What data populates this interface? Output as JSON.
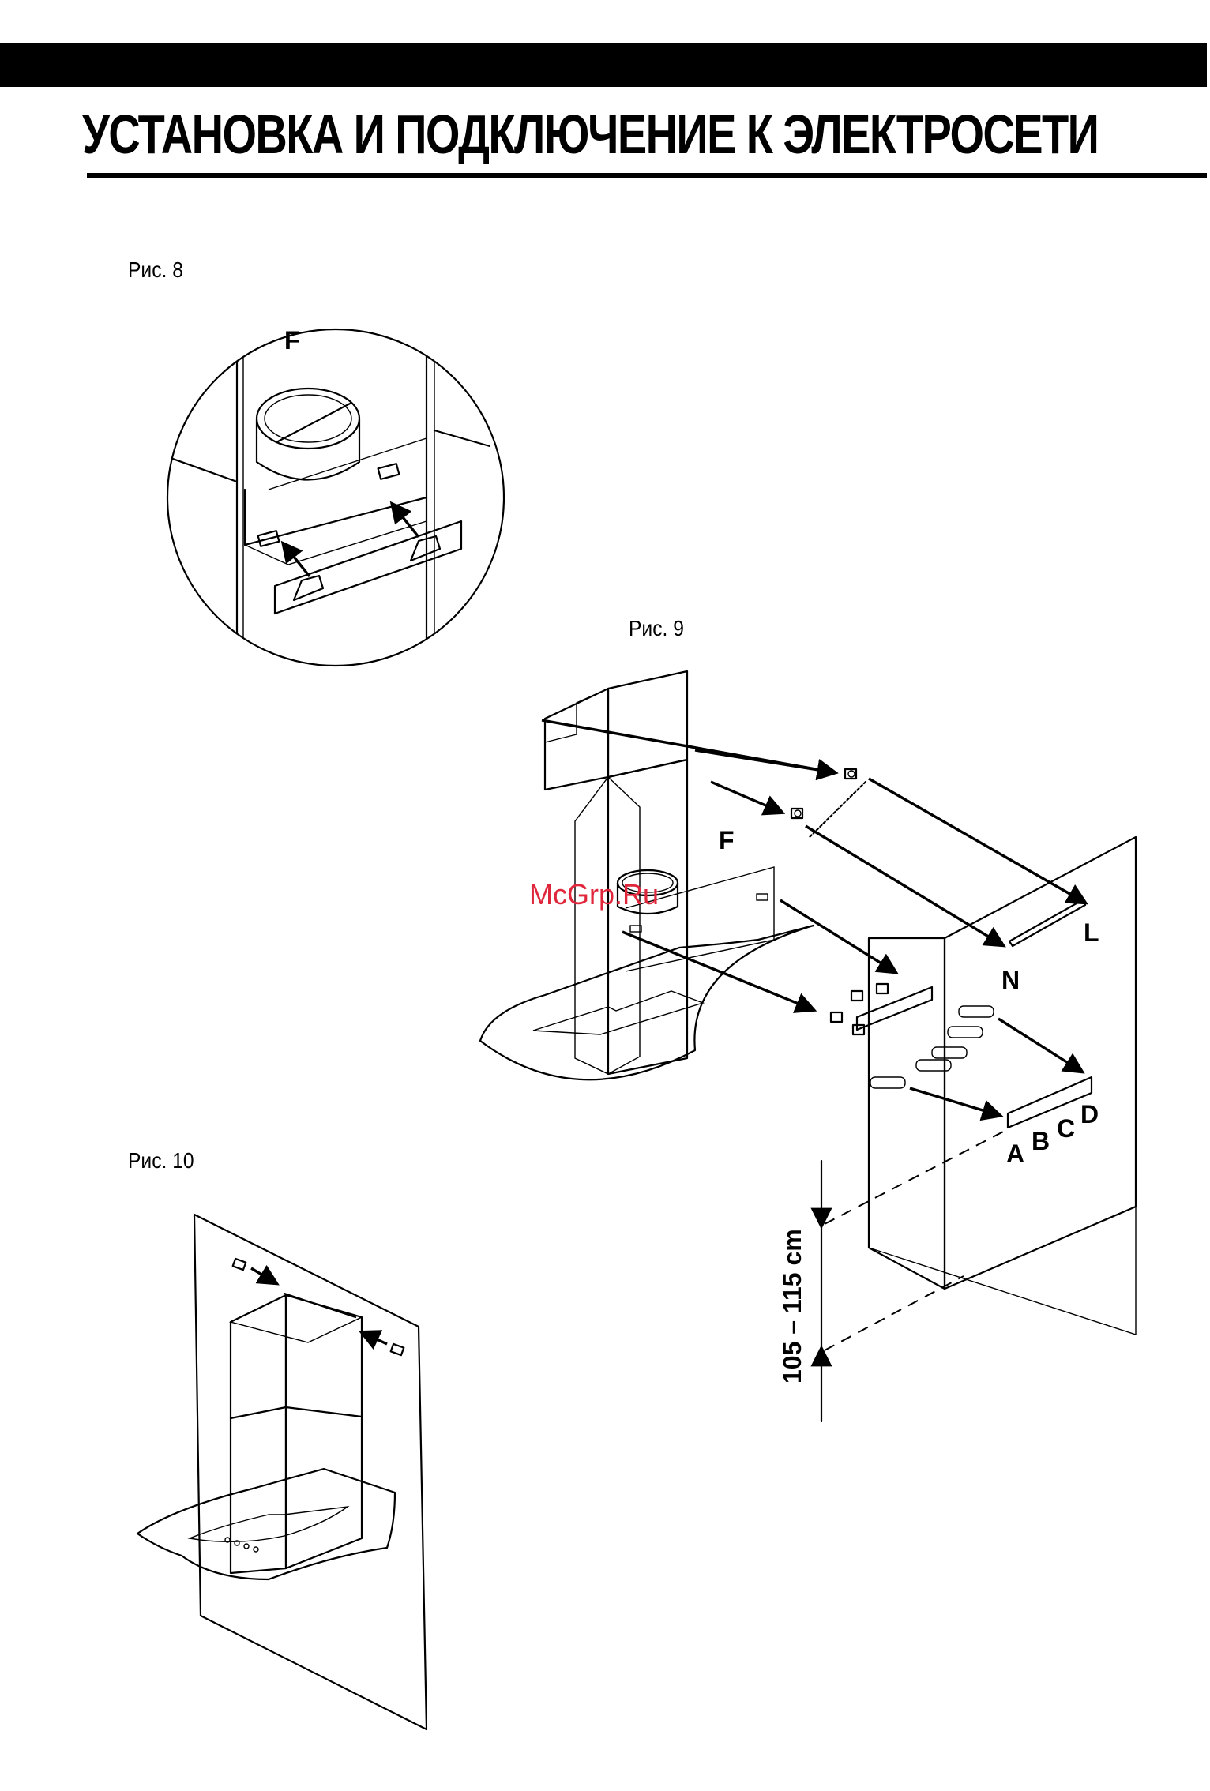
{
  "header": {
    "title": "УСТАНОВКА И ПОДКЛЮЧЕНИЕ К ЭЛЕКТРОСЕТИ"
  },
  "figures": {
    "fig8": {
      "label": "Рис. 8",
      "callout": "F"
    },
    "fig9": {
      "label": "Рис. 9",
      "callouts": {
        "f": "F",
        "l": "L",
        "n": "N",
        "a": "A",
        "b": "B",
        "c": "C",
        "d": "D"
      },
      "dimension": "105 – 115 cm"
    },
    "fig10": {
      "label": "Рис. 10"
    }
  },
  "watermark": "McGrp.Ru"
}
